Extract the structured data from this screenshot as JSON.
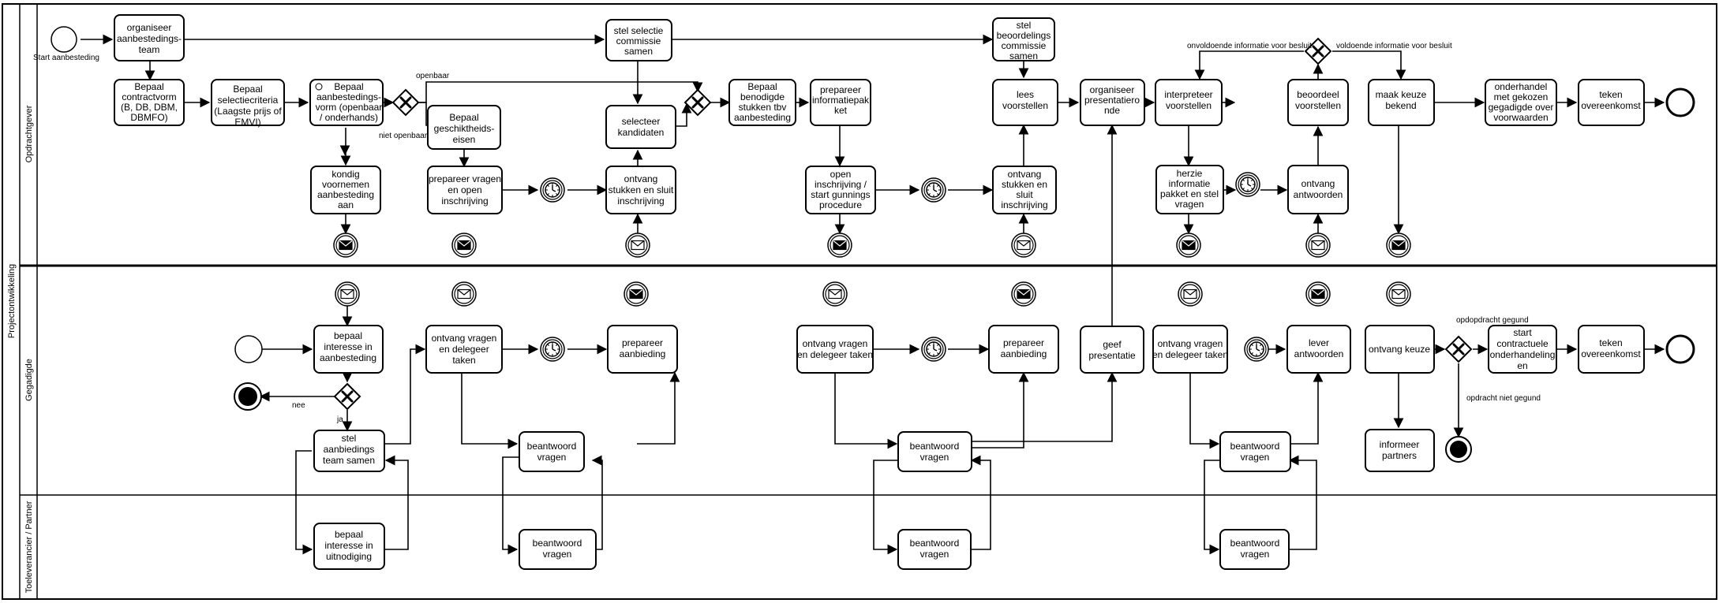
{
  "pool": {
    "label": "Projectontwikkeling"
  },
  "lanes": [
    {
      "id": "opdrachtgever",
      "label": "Opdrachtgever"
    },
    {
      "id": "gegadigde",
      "label": "Gegadigde"
    },
    {
      "id": "toeleverancier",
      "label": "Toeleverancier / Partner"
    }
  ],
  "events": [
    {
      "id": "start_og",
      "label": "Start aanbesteding",
      "kind": "start"
    },
    {
      "id": "end_og",
      "label": "",
      "kind": "end-thin"
    },
    {
      "id": "start_gg",
      "label": "",
      "kind": "start"
    },
    {
      "id": "end_nee",
      "label": "",
      "kind": "end"
    },
    {
      "id": "end_niet",
      "label": "",
      "kind": "end"
    },
    {
      "id": "end_gg",
      "label": "",
      "kind": "end-thin"
    }
  ],
  "tasks": [
    {
      "id": "t1",
      "label": "organiseer aanbestedings-team"
    },
    {
      "id": "t2",
      "label": "Bepaal contractvorm (B, DB, DBM, DBMFO)"
    },
    {
      "id": "t3",
      "label": "Bepaal selectiecriteria (Laagste prijs of EMVI)"
    },
    {
      "id": "t4",
      "label": "Bepaal aanbestedings-vorm (openbaar / onderhands)"
    },
    {
      "id": "t5",
      "label": "kondig voornemen aanbesteding aan"
    },
    {
      "id": "t6",
      "label": "Bepaal geschiktheids-eisen"
    },
    {
      "id": "t7",
      "label": "prepareer vragen en open inschrijving"
    },
    {
      "id": "t8",
      "label": "stel selectie commissie samen"
    },
    {
      "id": "t9",
      "label": "selecteer kandidaten"
    },
    {
      "id": "t10",
      "label": "ontvang stukken en sluit inschrijving"
    },
    {
      "id": "t11",
      "label": "Bepaal benodigde stukken tbv aanbesteding"
    },
    {
      "id": "t12",
      "label": "prepareer informatiepak ket"
    },
    {
      "id": "t13",
      "label": "open inschrijving / start gunnings procedure"
    },
    {
      "id": "t14",
      "label": "stel beoordelings commissie samen"
    },
    {
      "id": "t15",
      "label": "lees voorstellen"
    },
    {
      "id": "t16",
      "label": "ontvang stukken en sluit inschrijving"
    },
    {
      "id": "t17",
      "label": "organiseer presentatiero nde"
    },
    {
      "id": "t18",
      "label": "interpreteer voorstellen"
    },
    {
      "id": "t19",
      "label": "herzie informatie pakket en stel vragen"
    },
    {
      "id": "t20",
      "label": "beoordeel voorstellen"
    },
    {
      "id": "t21",
      "label": "ontvang antwoorden"
    },
    {
      "id": "t22",
      "label": "maak keuze bekend"
    },
    {
      "id": "t23",
      "label": "onderhandel met gekozen gegadigde over voorwaarden"
    },
    {
      "id": "t24",
      "label": "teken overeenkomst"
    },
    {
      "id": "g1",
      "label": "bepaal interesse in aanbesteding"
    },
    {
      "id": "g2",
      "label": "stel aanbiedings team samen"
    },
    {
      "id": "g3",
      "label": "ontvang vragen en delegeer taken"
    },
    {
      "id": "g4",
      "label": "beantwoord vragen"
    },
    {
      "id": "g5",
      "label": "prepareer aanbieding"
    },
    {
      "id": "g6",
      "label": "ontvang vragen en delegeer taken"
    },
    {
      "id": "g7",
      "label": "beantwoord vragen"
    },
    {
      "id": "g8",
      "label": "prepareer aanbieding"
    },
    {
      "id": "g9",
      "label": "geef presentatie"
    },
    {
      "id": "g10",
      "label": "ontvang vragen en delegeer taken"
    },
    {
      "id": "g11",
      "label": "beantwoord vragen"
    },
    {
      "id": "g12",
      "label": "lever antwoorden"
    },
    {
      "id": "g13",
      "label": "ontvang keuze"
    },
    {
      "id": "g14",
      "label": "informeer partners"
    },
    {
      "id": "g15",
      "label": "start contractuele onderhandeling en"
    },
    {
      "id": "g16",
      "label": "teken overeenkomst"
    },
    {
      "id": "p1",
      "label": "bepaal interesse in uitnodiging"
    },
    {
      "id": "p2",
      "label": "beantwoord vragen"
    },
    {
      "id": "p3",
      "label": "beantwoord vragen"
    }
  ],
  "flow_labels": {
    "openbaar": "openbaar",
    "niet_openbaar": "niet openbaar",
    "nee": "nee",
    "ja": "ja",
    "onvoldoende": "onvoldoende informatie voor besluit",
    "voldoende": "voldoende informatie voor besluit",
    "opdracht_gegund": "opdopdracht gegund",
    "opdracht_niet_gegund": "opdracht niet gegund"
  }
}
